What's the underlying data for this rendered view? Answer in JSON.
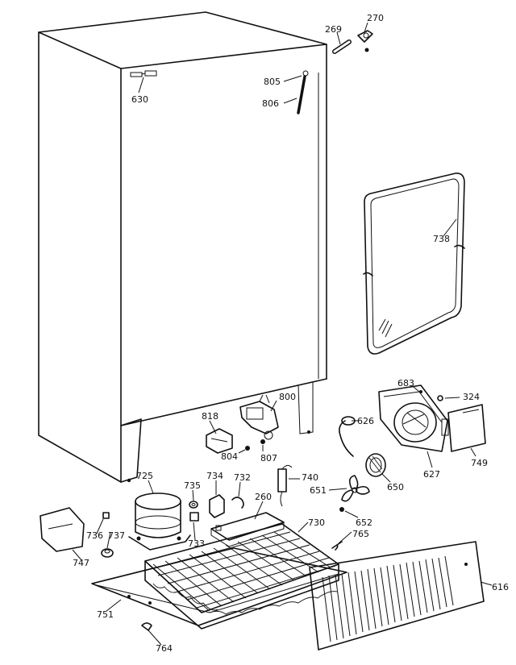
{
  "labels": {
    "p269": "269",
    "p270": "270",
    "p805": "805",
    "p806": "806",
    "p630": "630",
    "p738": "738",
    "p683": "683",
    "p324": "324",
    "p818": "818",
    "p800": "800",
    "p626": "626",
    "p804": "804",
    "p807": "807",
    "p627": "627",
    "p749": "749",
    "p650": "650",
    "p725": "725",
    "p735": "735",
    "p734": "734",
    "p732": "732",
    "p740": "740",
    "p651": "651",
    "p260": "260",
    "p652": "652",
    "p730": "730",
    "p765": "765",
    "p736": "736",
    "p737": "737",
    "p733": "733",
    "p747": "747",
    "p751": "751",
    "p616": "616",
    "p764": "764"
  }
}
